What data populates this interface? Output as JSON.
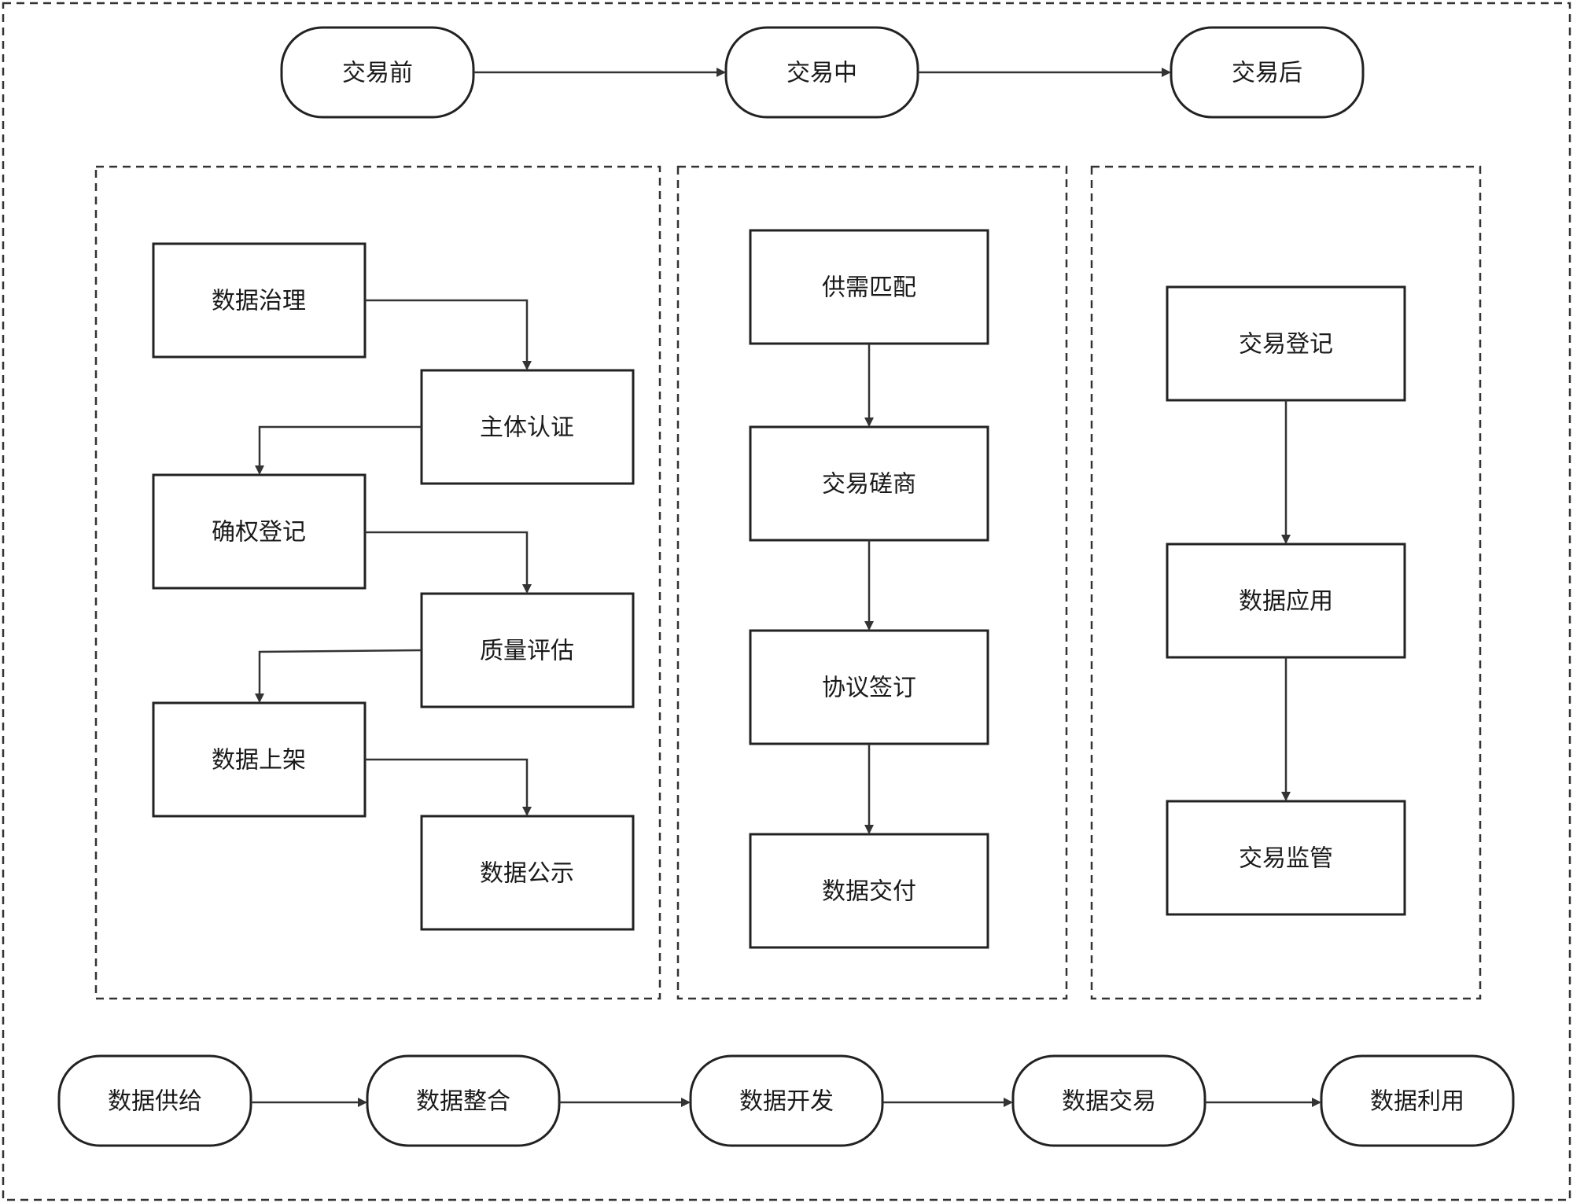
{
  "phases": [
    {
      "label": "交易前"
    },
    {
      "label": "交易中"
    },
    {
      "label": "交易后"
    }
  ],
  "pre_trade": {
    "steps": [
      {
        "label": "数据治理"
      },
      {
        "label": "主体认证"
      },
      {
        "label": "确权登记"
      },
      {
        "label": "质量评估"
      },
      {
        "label": "数据上架"
      },
      {
        "label": "数据公示"
      }
    ]
  },
  "in_trade": {
    "steps": [
      {
        "label": "供需匹配"
      },
      {
        "label": "交易磋商"
      },
      {
        "label": "协议签订"
      },
      {
        "label": "数据交付"
      }
    ]
  },
  "post_trade": {
    "steps": [
      {
        "label": "交易登记"
      },
      {
        "label": "数据应用"
      },
      {
        "label": "交易监管"
      }
    ]
  },
  "lifecycle": [
    {
      "label": "数据供给"
    },
    {
      "label": "数据整合"
    },
    {
      "label": "数据开发"
    },
    {
      "label": "数据交易"
    },
    {
      "label": "数据利用"
    }
  ],
  "colors": {
    "stroke": "#222222",
    "background": "#ffffff",
    "text": "#1a1a1a"
  }
}
